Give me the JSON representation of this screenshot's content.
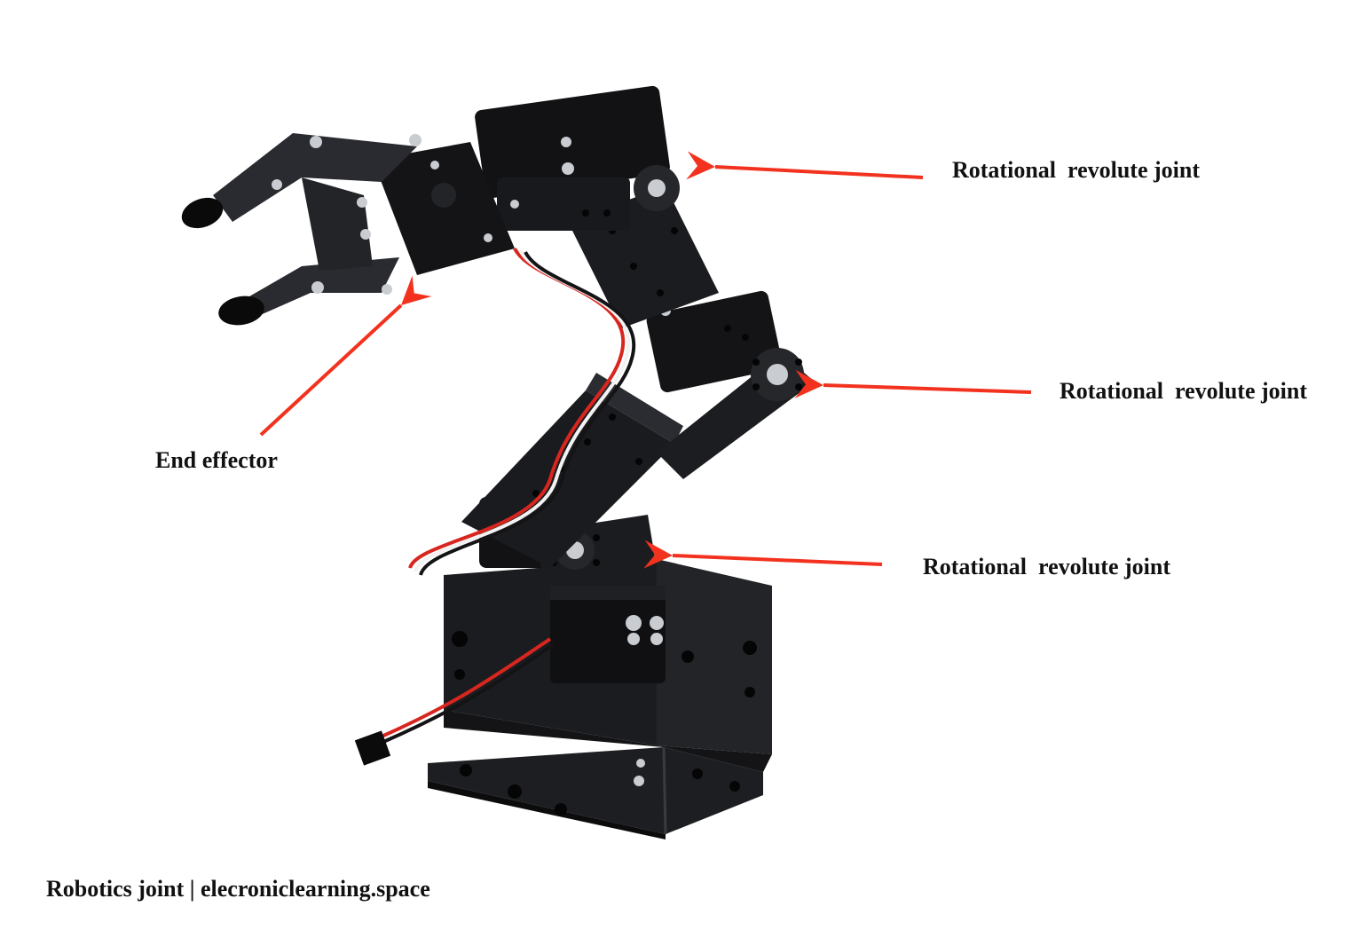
{
  "labels": {
    "joint_1": "Rotational  revolute joint",
    "joint_2": "Rotational  revolute joint",
    "joint_3": "Rotational  revolute joint",
    "end_effector": "End effector"
  },
  "caption": "Robotics joint | elecroniclearning.space",
  "colors": {
    "arrow": "#f2321e",
    "metal": "#1b1c1f",
    "metal_edge": "#3a3b40",
    "hole": "#050506",
    "bolt": "#c9ccd1",
    "wire_red": "#d8261f",
    "wire_white": "#f2f2f2"
  }
}
